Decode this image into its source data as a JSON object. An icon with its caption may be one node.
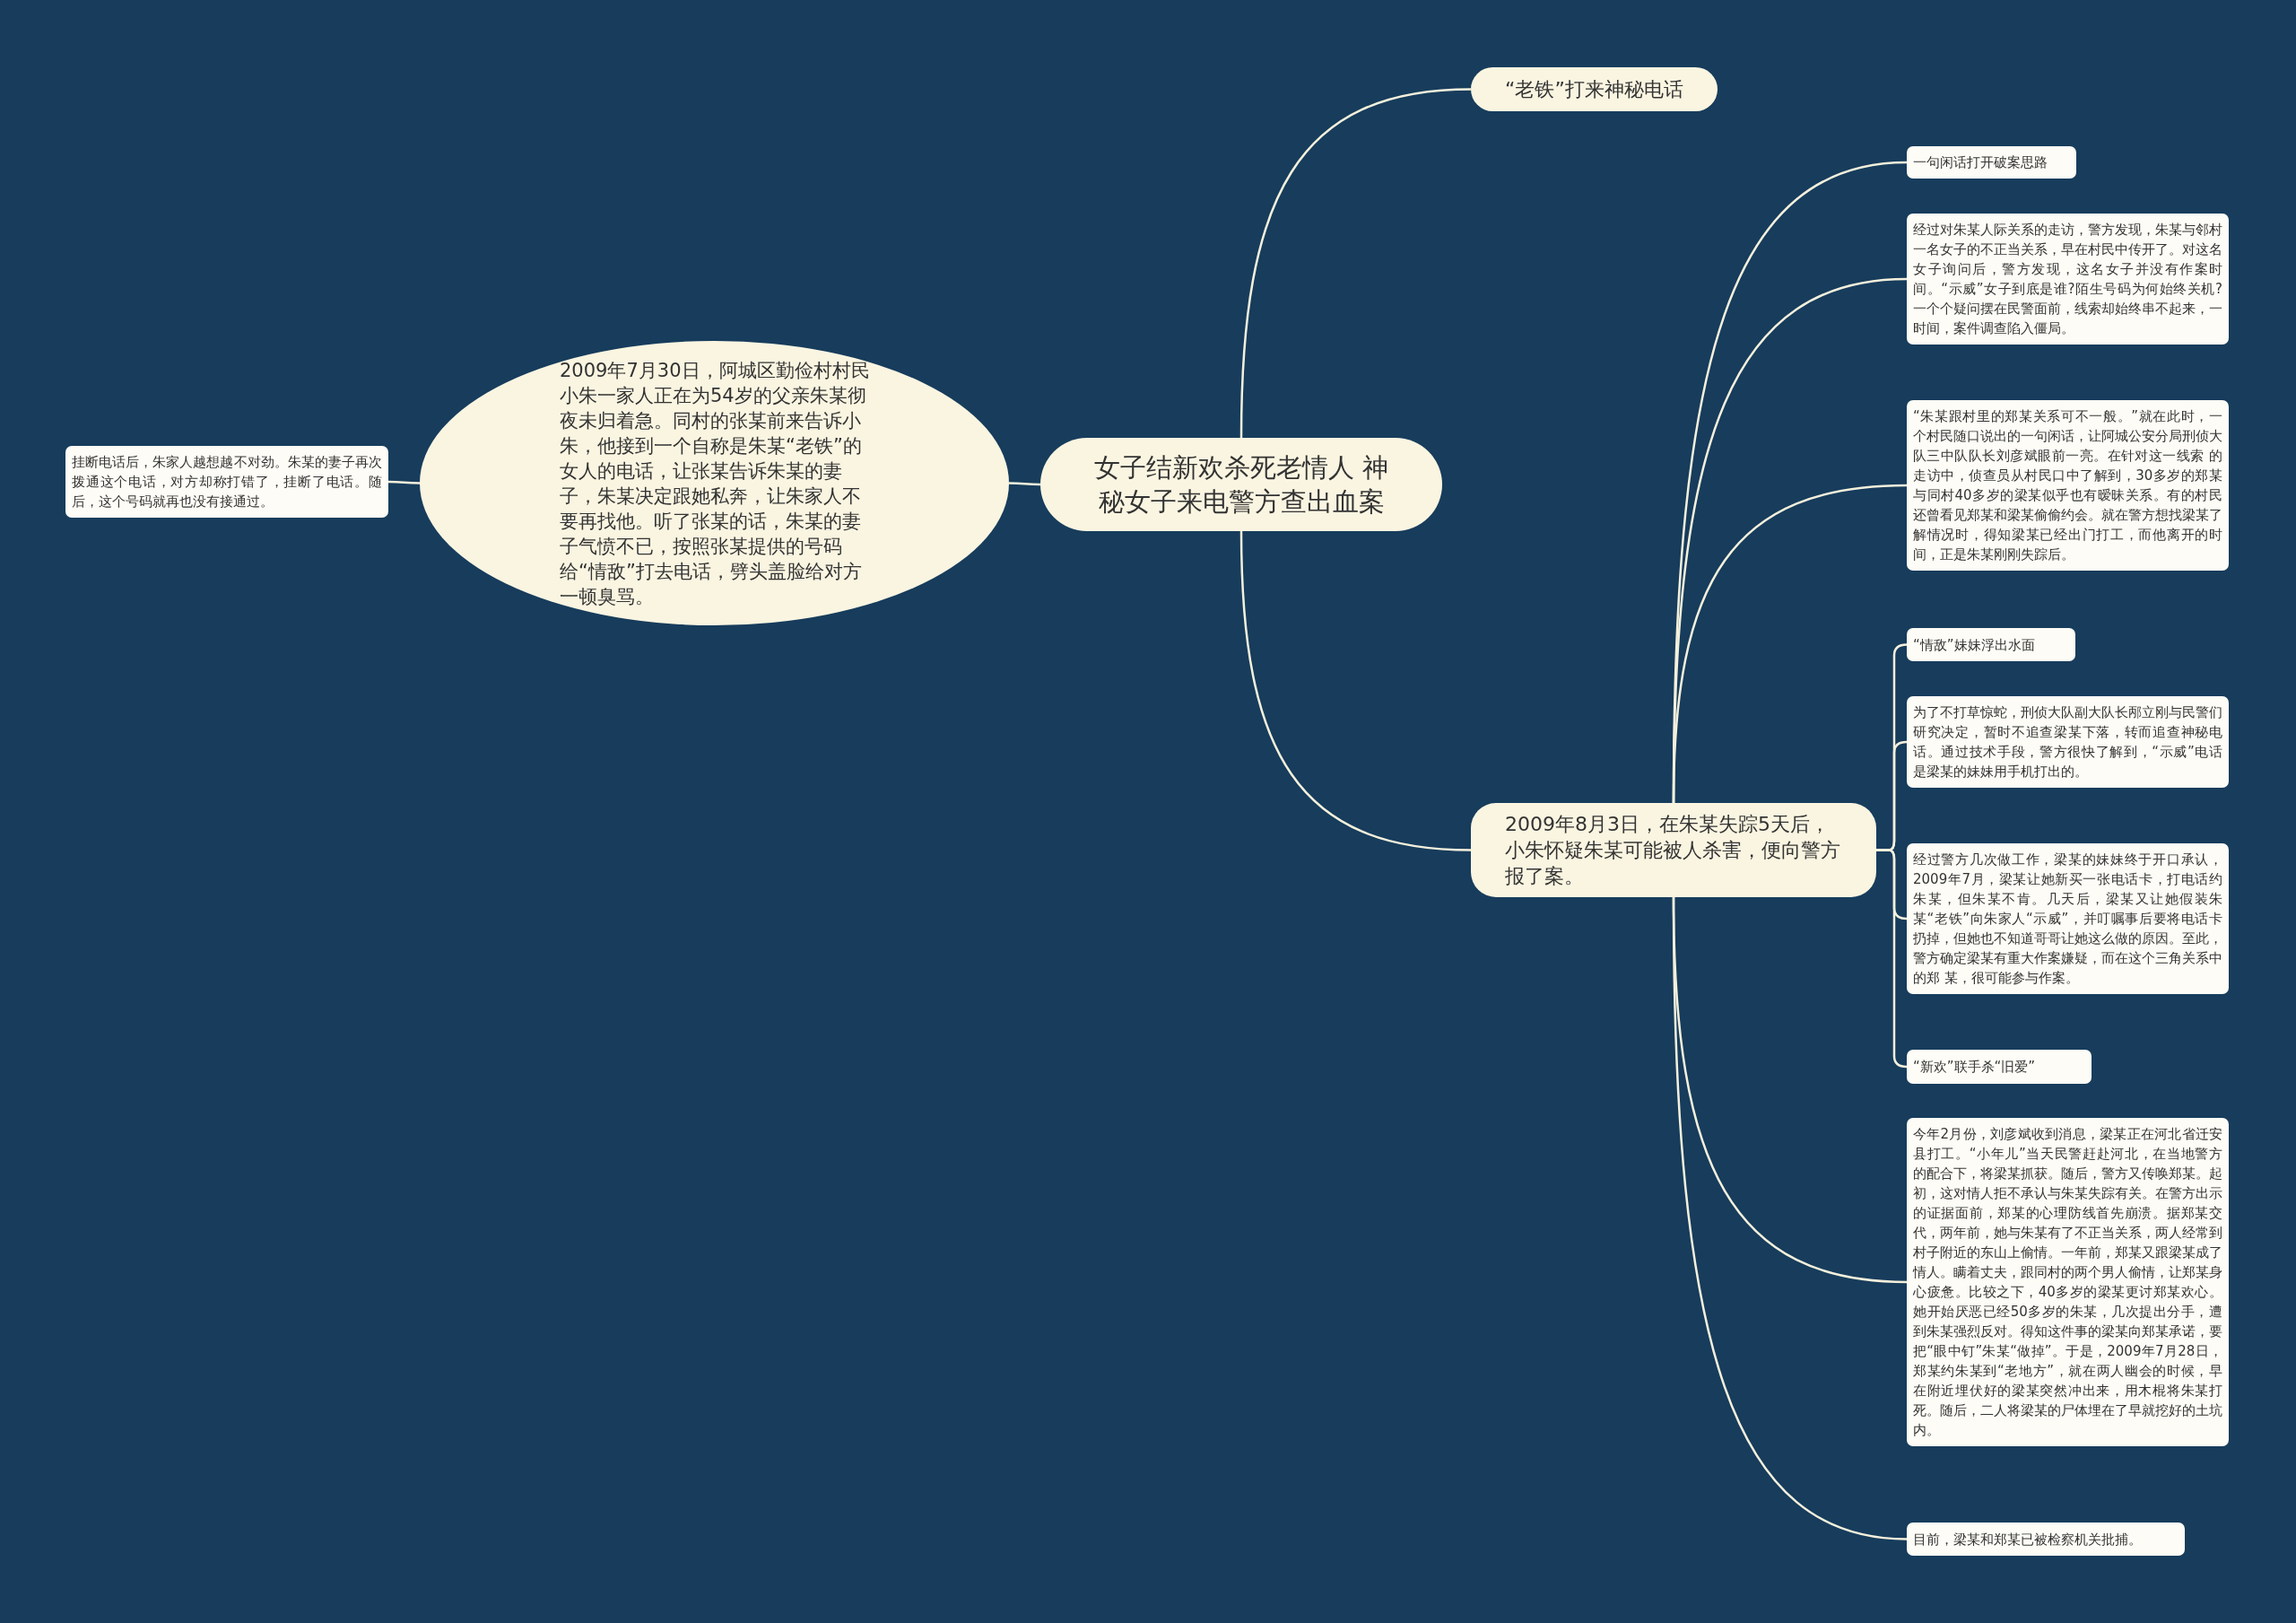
{
  "diagram": {
    "nodes": [
      {
        "text": [
          "女子结新欢杀死老情人 神秘女子来电警方查出血案"
        ]
      },
      {
        "text": [
          "2009年7月30日，阿城区勤俭村村民小朱一家人正在为54岁的父亲朱某彻夜未归着急。同村的张某前来告诉小朱，他接到一个自称是朱某“老铁”的女人的电话，让张某告诉朱某的妻子，朱某决定跟她私奔，让朱家人不要再找他。听了张某的话，朱某的妻子气愤不已，按照张某提供的号码给“情敌”打去电话，劈头盖脸给对方一顿臭骂。"
        ]
      },
      {
        "text": [
          "挂断电话后，朱家人越想越不对劲。朱某的妻子再次拨通这个电话，对方却称打错了，挂断了电话。随后，这个号码就再也没有接通过。"
        ]
      },
      {
        "text": [
          "“老铁”打来神秘电话"
        ]
      },
      {
        "text": [
          "2009年8月3日，在朱某失踪5天后，小朱怀疑朱某可能被人杀害，便向警方报了案。"
        ]
      },
      {
        "text": [
          "一句闲话打开破案思路"
        ]
      },
      {
        "text": [
          "经过对朱某人际关系的走访，警方发现，朱某与邻村一名女子的不正当关系，早在村民中传开了。对这名女子询问后，警方发现，这名女子并没有作案时间。“示威”女子到底是谁?陌生号码为何始终关机?一个个疑问摆在民警面前，线索却始终串不起来，一时间，案件调查陷入僵局。"
        ]
      },
      {
        "text": [
          "“朱某跟村里的郑某关系可不一般。”就在此时，一个村民随口说出的一句闲话，让阿城公安分局刑侦大队三中队队长刘彦斌眼前一亮。在针对这一线索 的走访中，侦查员从村民口中了解到，30多岁的郑某与同村40多岁的梁某似乎也有暧昧关系。有的村民还曾看见郑某和梁某偷偷约会。就在警方想找梁某了解情况时，得知梁某已经出门打工，而他离开的时间，正是朱某刚刚失踪后。"
        ]
      },
      {
        "text": [
          "“情敌”妹妹浮出水面"
        ]
      },
      {
        "text": [
          "为了不打草惊蛇，刑侦大队副大队长邴立刚与民警们研究决定，暂时不追查梁某下落，转而追查神秘电话。通过技术手段，警方很快了解到，“示威”电话是梁某的妹妹用手机打出的。"
        ]
      },
      {
        "text": [
          "经过警方几次做工作，梁某的妹妹终于开口承认，2009年7月，梁某让她新买一张电话卡，打电话约朱某，但朱某不肯。几天后，梁某又让她假装朱某“老铁”向朱家人“示威”，并叮嘱事后要将电话卡扔掉，但她也不知道哥哥让她这么做的原因。至此，警方确定梁某有重大作案嫌疑，而在这个三角关系中的郑 某，很可能参与作案。"
        ]
      },
      {
        "text": [
          "“新欢”联手杀“旧爱”"
        ]
      },
      {
        "text": [
          "今年2月份，刘彦斌收到消息，梁某正在河北省迁安县打工。“小年儿”当天民警赶赴河北，在当地警方的配合下，将梁某抓获。随后，警方又传唤郑某。起初，这对情人拒不承认与朱某失踪有关。在警方出示的证据面前，郑某的心理防线首先崩溃。据郑某交代，两年前，她与朱某有了不正当关系，两人经常到村子附近的东山上偷情。一年前，郑某又跟梁某成了情人。瞒着丈夫，跟同村的两个男人偷情，让郑某身心疲惫。比较之下，40多岁的梁某更讨郑某欢心。她开始厌恶已经50多岁的朱某，几次提出分手，遭到朱某强烈反对。得知这件事的梁某向郑某承诺，要把“眼中钉”朱某“做掉”。于是，2009年7月28日，郑某约朱某到“老地方”，就在两人幽会的时候，早在附近埋伏好的梁某突然冲出来，用木棍将朱某打死。随后，二人将梁某的尸体埋在了早就挖好的土坑内。"
        ]
      },
      {
        "text": [
          "目前，梁某和郑某已被检察机关批捕。"
        ]
      }
    ],
    "edges": [
      {
        "from": 0,
        "to": 1,
        "arrow": "none"
      },
      {
        "from": 1,
        "to": 2,
        "arrow": "none"
      },
      {
        "from": 0,
        "to": 3,
        "arrow": "none"
      },
      {
        "from": 0,
        "to": 4,
        "arrow": "none"
      },
      {
        "from": 4,
        "to": 5,
        "arrow": "none"
      },
      {
        "from": 4,
        "to": 6,
        "arrow": "none"
      },
      {
        "from": 4,
        "to": 7,
        "arrow": "none"
      },
      {
        "from": 4,
        "to": 8,
        "arrow": "none"
      },
      {
        "from": 4,
        "to": 9,
        "arrow": "none"
      },
      {
        "from": 4,
        "to": 10,
        "arrow": "none"
      },
      {
        "from": 4,
        "to": 11,
        "arrow": "none"
      },
      {
        "from": 4,
        "to": 12,
        "arrow": "none"
      },
      {
        "from": 4,
        "to": 13,
        "arrow": "none"
      }
    ]
  }
}
